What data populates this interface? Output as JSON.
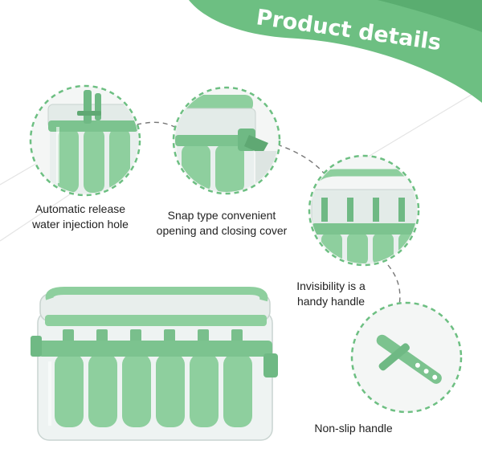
{
  "banner": {
    "title": "Product details",
    "color": "#6dbf82"
  },
  "features": [
    {
      "name": "water-injection-hole",
      "lines": [
        "Automatic release",
        "water injection hole"
      ]
    },
    {
      "name": "snap-cover",
      "lines": [
        "Snap type convenient",
        "opening and closing cover"
      ]
    },
    {
      "name": "handle",
      "lines": [
        "Invisibility is a",
        "handy handle"
      ]
    },
    {
      "name": "non-slip-handle",
      "lines": [
        "Non-slip handle"
      ]
    }
  ],
  "colors": {
    "mold_green": "#8ecf9e",
    "mold_dark": "#5fa873",
    "circle_border": "#6dbf82",
    "clear_case": "#eef3f2"
  }
}
